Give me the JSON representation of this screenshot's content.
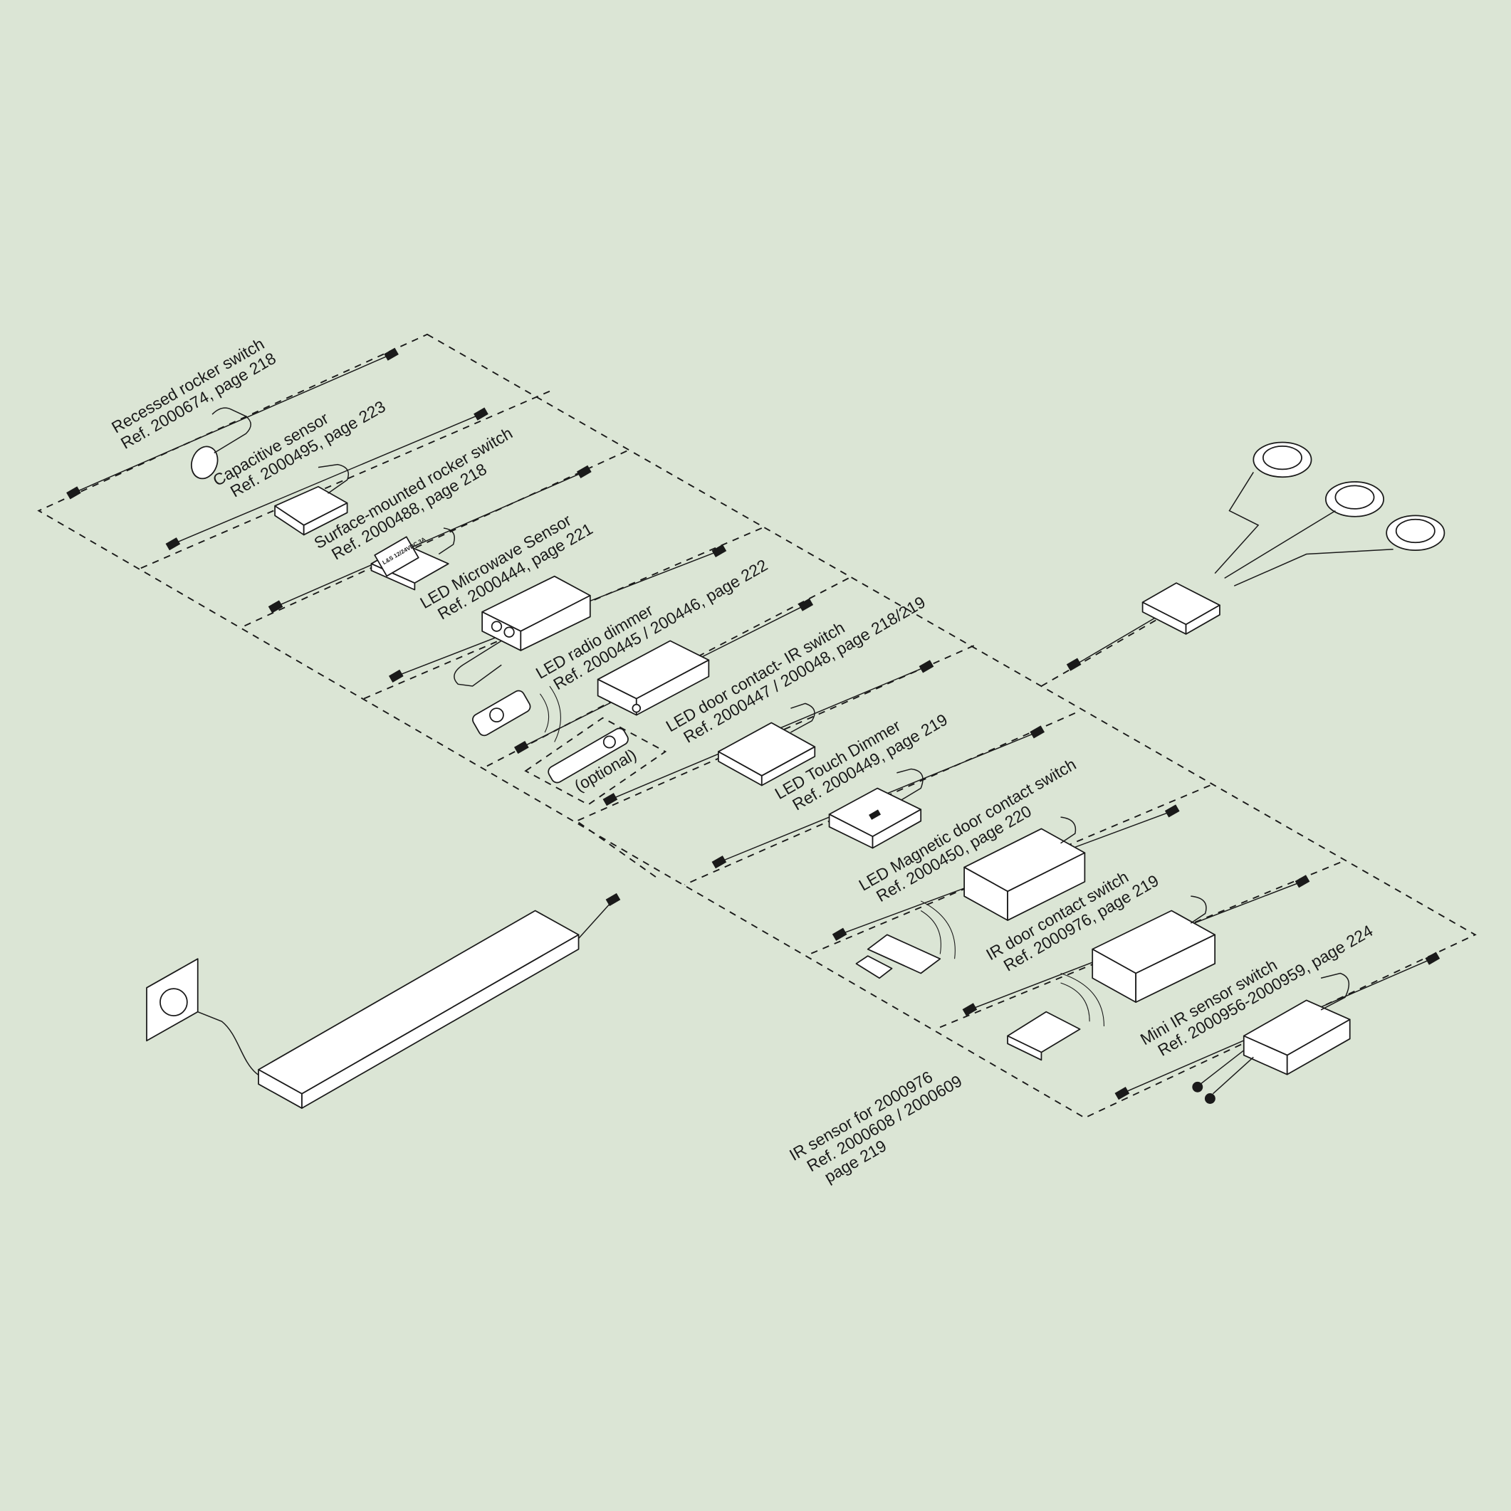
{
  "diagram": {
    "background": "#dbe5d5",
    "components": [
      {
        "name": "Recessed rocker switch",
        "ref": "Ref. 2000674, page 218"
      },
      {
        "name": "Capacitive sensor",
        "ref": "Ref. 2000495, page 223"
      },
      {
        "name": "Surface-mounted rocker switch",
        "ref": "Ref. 2000488, page 218",
        "marking": "L&S 12/24VDC 3A"
      },
      {
        "name": "LED Microwave Sensor",
        "ref": "Ref. 2000444, page 221"
      },
      {
        "name": "LED radio dimmer",
        "ref": "Ref. 2000445 / 200446, page 222"
      },
      {
        "name": "LED door contact- IR switch",
        "ref": "Ref. 2000447 / 200048, page 218/219"
      },
      {
        "name": "LED Touch Dimmer",
        "ref": "Ref. 2000449, page 219"
      },
      {
        "name": "LED Magnetic door contact switch",
        "ref": "Ref. 2000450, page 220"
      },
      {
        "name": "IR door contact switch",
        "ref": "Ref. 2000976, page 219"
      },
      {
        "name": "Mini IR sensor switch",
        "ref": "Ref. 2000956-2000959, page 224"
      }
    ],
    "ir_sensor": {
      "line1": "IR sensor for 2000976",
      "line2": "Ref. 2000608 / 2000609",
      "line3": "page 219"
    },
    "optional_label": "(optional)"
  }
}
